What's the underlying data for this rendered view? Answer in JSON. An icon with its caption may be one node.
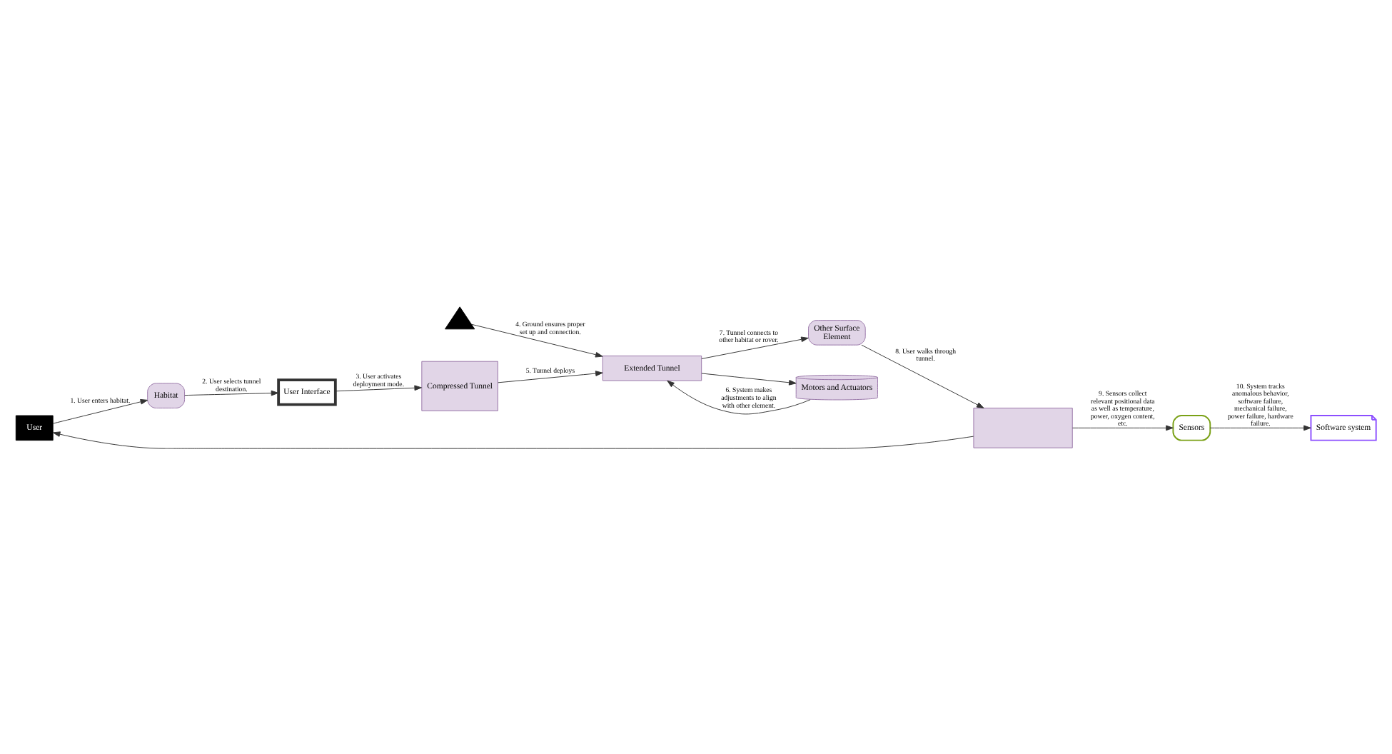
{
  "diagram": {
    "nodes": [
      {
        "text": [
          "User"
        ]
      },
      {
        "text": [
          "Habitat"
        ]
      },
      {
        "text": [
          "User Interface"
        ]
      },
      {
        "text": [],
        "shape": "antenna"
      },
      {
        "text": [
          "Compressed Tunnel"
        ]
      },
      {
        "text": [
          "Extended Tunnel"
        ]
      },
      {
        "text": [
          "Motors and Actuators"
        ]
      },
      {
        "text": [
          "Other Surface Element"
        ]
      },
      {
        "text": [],
        "shape": "box"
      },
      {
        "text": [
          "Sensors"
        ]
      },
      {
        "text": [
          "Software system"
        ]
      }
    ],
    "edges": [
      {
        "from": 0,
        "to": 1,
        "arrow": "to",
        "label": "1. User enters habitat."
      },
      {
        "from": 1,
        "to": 2,
        "arrow": "to",
        "label": "2. User selects tunnel destination."
      },
      {
        "from": 2,
        "to": 4,
        "arrow": "to",
        "label": "3. User activates deployment mode."
      },
      {
        "from": 3,
        "to": 5,
        "arrow": "to",
        "label": "4. Ground ensures proper set up and connection."
      },
      {
        "from": 4,
        "to": 5,
        "arrow": "to",
        "label": "5. Tunnel deploys"
      },
      {
        "from": 5,
        "to": 6,
        "arrow": "to"
      },
      {
        "from": 6,
        "to": 5,
        "arrow": "to",
        "label": "6. System makes adjustments to align with other element."
      },
      {
        "from": 5,
        "to": 7,
        "arrow": "to",
        "label": "7. Tunnel connects to other habitat or rover."
      },
      {
        "from": 7,
        "to": 8,
        "arrow": "to",
        "label": "8. User walks through tunnel."
      },
      {
        "from": 8,
        "to": 0,
        "arrow": "to"
      },
      {
        "from": 8,
        "to": 9,
        "arrow": "to",
        "label": "9. Sensors collect relevant positional data as well as temperature, power, oxygen content, etc."
      },
      {
        "from": 9,
        "to": 10,
        "arrow": "to",
        "label": "10. System tracks anomalous behavior, software failure, mechanical failure, power failure, hardware failure."
      }
    ]
  }
}
